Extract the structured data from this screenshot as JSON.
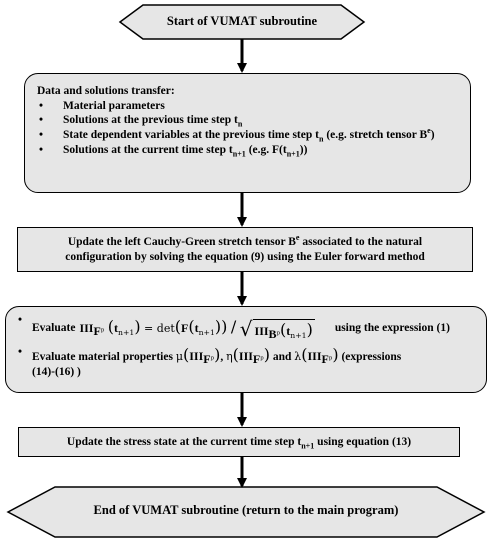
{
  "start": {
    "label": "Start of VUMAT subroutine"
  },
  "transfer": {
    "title": "Data and solutions transfer:",
    "items": [
      {
        "text": "Material parameters"
      },
      {
        "text": "Solutions at the previous time step t",
        "sub": "n"
      },
      {
        "text": "State dependent variables at the previous time step t",
        "sub": "n",
        "post": " (e.g. stretch tensor B",
        "sup": "e",
        "tail": ")"
      },
      {
        "text": "Solutions at the current time step t",
        "sub": "n+1",
        "post": " (e.g. F(t",
        "sub2": "n+1",
        "tail": "))"
      }
    ]
  },
  "update_b": {
    "line1_pre": "Update the left Cauchy-Green stretch tensor B",
    "line1_sup": "e",
    "line1_post": " associated to the natural",
    "line2": "configuration by solving the equation (9) using the Euler forward method"
  },
  "evaluate": {
    "item1_pre": "Evaluate",
    "item1_det": "det",
    "item1_post": "using the expression (1)",
    "item2_pre": "Evaluate material properties",
    "item2_mid": "and",
    "item2_post": "(expressions",
    "item2_cont": "(14)-(16) )",
    "sym_III": "III",
    "sym_F": "F",
    "sym_B": "B",
    "sym_Fp": "F",
    "sym_sup_p": "p",
    "sym_t": "t",
    "sym_sub_n1": "n+1",
    "sym_mu": "μ",
    "sym_eta": "η",
    "sym_lambda": "λ"
  },
  "update_stress": {
    "pre": "Update the stress state at the current time step t",
    "sub": "n+1",
    "post": " using equation (13)"
  },
  "end": {
    "label": "End of VUMAT subroutine (return to the main program)"
  },
  "colors": {
    "box_fill": "#e6e6e6",
    "stroke": "#000000",
    "background": "#ffffff"
  }
}
